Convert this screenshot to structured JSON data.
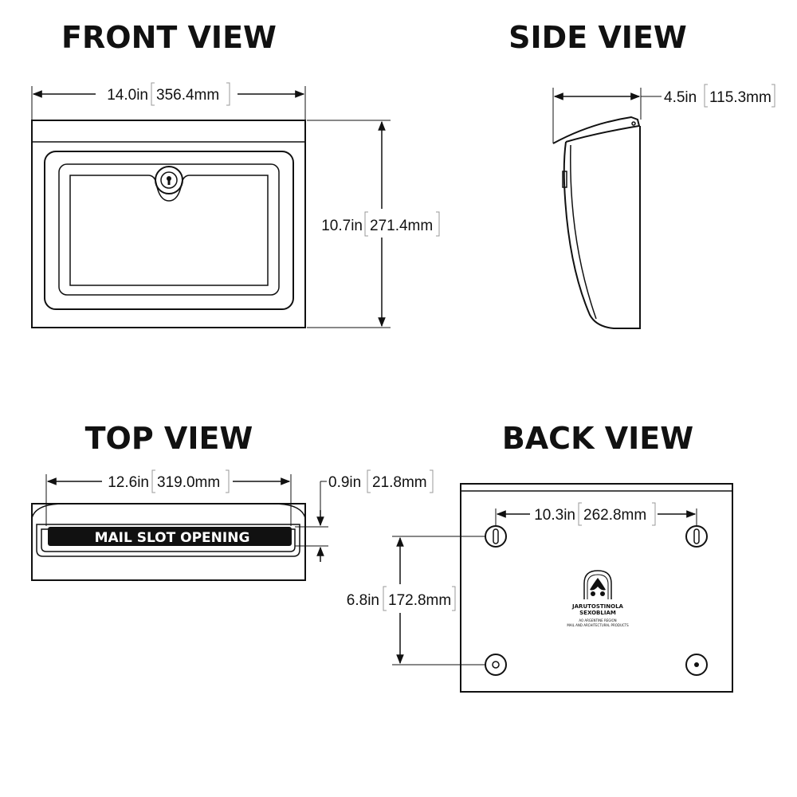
{
  "views": {
    "front": {
      "title": "FRONT VIEW",
      "width_in": "14.0in",
      "width_mm": "356.4mm",
      "height_in": "10.7in",
      "height_mm": "271.4mm"
    },
    "side": {
      "title": "SIDE VIEW",
      "depth_in": "4.5in",
      "depth_mm": "115.3mm"
    },
    "top": {
      "title": "TOP VIEW",
      "slot_width_in": "12.6in",
      "slot_width_mm": "319.0mm",
      "slot_height_in": "0.9in",
      "slot_height_mm": "21.8mm",
      "slot_label": "MAIL SLOT OPENING"
    },
    "back": {
      "title": "BACK VIEW",
      "hole_spacing_h_in": "10.3in",
      "hole_spacing_h_mm": "262.8mm",
      "hole_spacing_v_in": "6.8in",
      "hole_spacing_v_mm": "172.8mm",
      "logo_line1": "JARUTOSTINOLA",
      "logo_line2": "SEXOBLIAM",
      "logo_line3": "AO ARGENTINE REGION",
      "logo_line4": "MAIL AND ARCHITECTURAL PRODUCTS"
    }
  }
}
